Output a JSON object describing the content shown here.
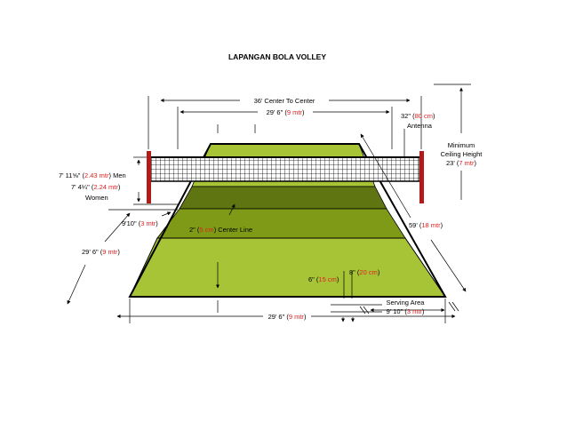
{
  "title": "LAPANGAN BOLA VOLLEY",
  "colors": {
    "court_light": "#a7c437",
    "court_mid": "#7f9a16",
    "court_dark": "#5f7512",
    "post": "#b31b1b",
    "metric_text": "#e02020"
  },
  "labels": {
    "center_to_center": "36' Center To Center",
    "width_top_imp": "29' 6\" (",
    "width_top_met": "9 mtr",
    "width_top_end": ")",
    "antenna_imp": "32\" (",
    "antenna_met": "80 cm",
    "antenna_end": ")",
    "antenna_word": "Antenna",
    "ceiling_1": "Minimum",
    "ceiling_2": "Ceiling Height",
    "ceiling_imp": "23' (",
    "ceiling_met": "7 mtr",
    "ceiling_end": ")",
    "men_imp": "7' 11⅝\" (",
    "men_met": "2.43 mtr",
    "men_end": ") Men",
    "women_imp": "7' 4¼\" (",
    "women_met": "2.24 mtr",
    "women_end": ")",
    "women_word": "Women",
    "attack_imp": "9'10\" (",
    "attack_met": "3 mtr",
    "attack_end": ")",
    "centerline_imp": "2\" (",
    "centerline_met": "5 cm",
    "centerline_end": ") Center Line",
    "length_imp": "59' (",
    "length_met": "18 mtr",
    "length_end": ")",
    "half_length_imp": "29' 6\" (",
    "half_length_met": "9 mtr",
    "half_length_end": ")",
    "line8_imp": "8\" (",
    "line8_met": "20 cm",
    "line8_end": ")",
    "line6_imp": "6\" (",
    "line6_met": "15 cm",
    "line6_end": ")",
    "serving_area": "Serving Area",
    "serving_imp": "9' 10\" (",
    "serving_met": "3 mtr",
    "serving_end": ")",
    "width_bottom_imp": "29' 6\" (",
    "width_bottom_met": "9 mtr",
    "width_bottom_end": ")"
  }
}
